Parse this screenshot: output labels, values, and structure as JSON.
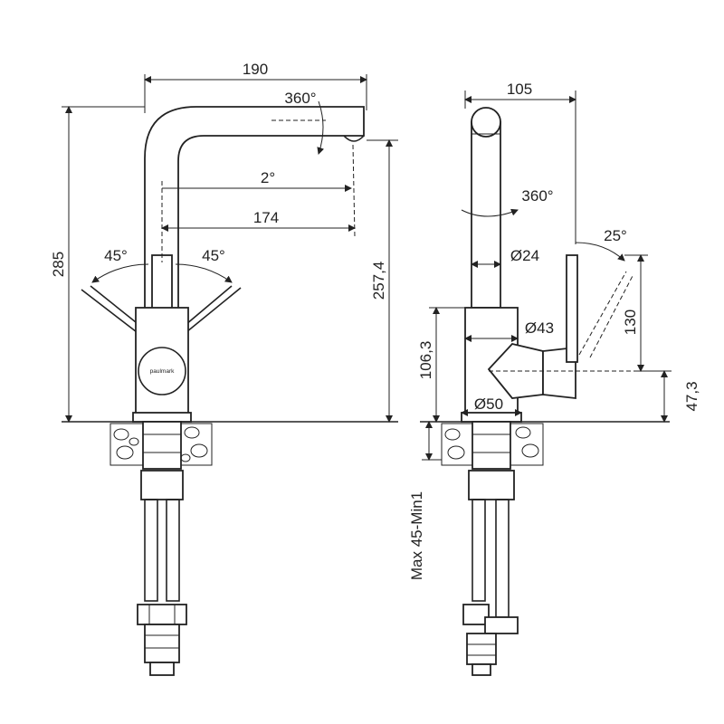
{
  "front_view": {
    "width": "190",
    "swivel": "360°",
    "tilt": "2°",
    "reach": "174",
    "height_total": "285",
    "height_spout": "257,4",
    "lever_left": "45°",
    "lever_right": "45°",
    "brand": "paulmark"
  },
  "side_view": {
    "depth": "105",
    "swivel": "360°",
    "tube_diameter": "Ø24",
    "lever_angle": "25°",
    "body_diameter": "Ø43",
    "base_diameter": "Ø50",
    "lever_height": "130",
    "body_height": "106,3",
    "lever_axis_height": "47,3",
    "worktop_thickness": "Max 45-Min1"
  }
}
